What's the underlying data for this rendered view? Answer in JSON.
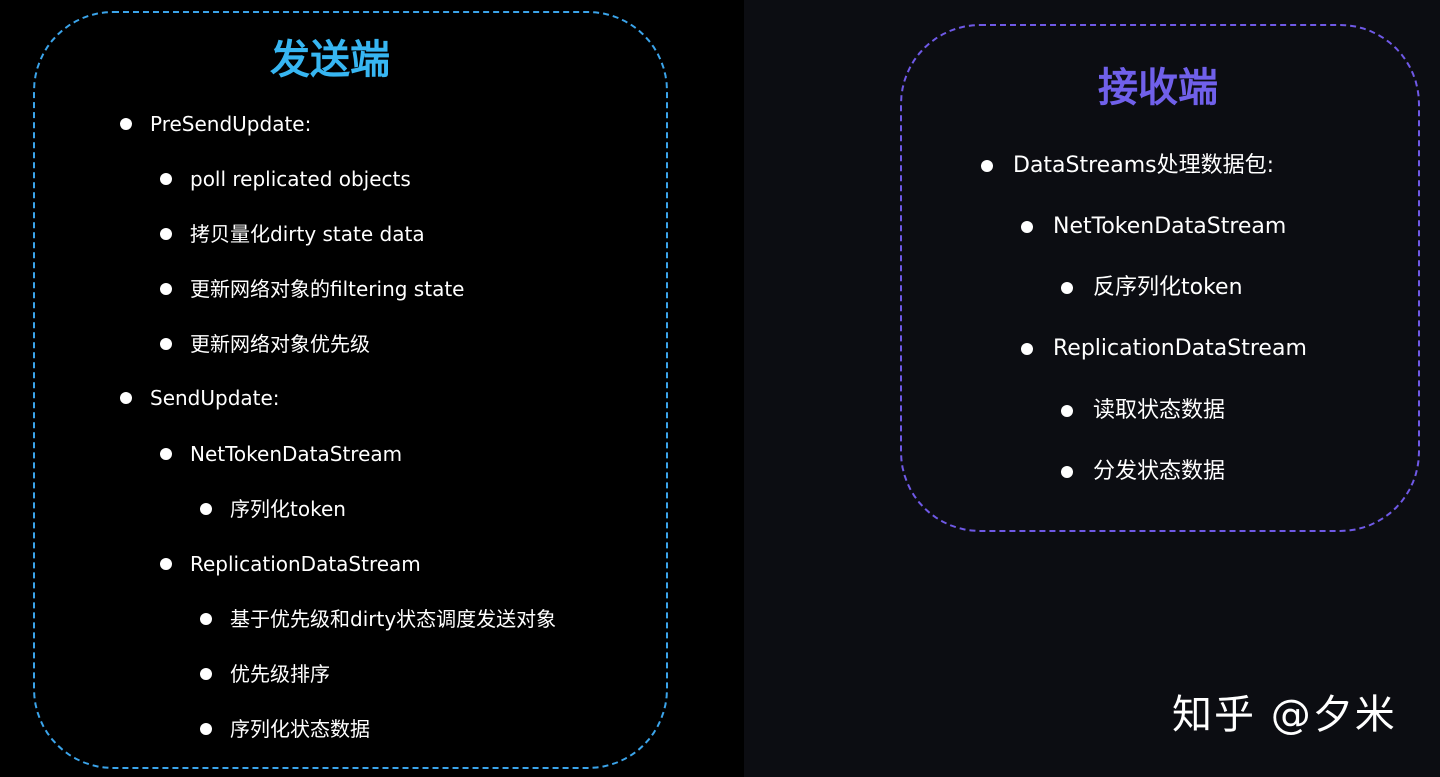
{
  "sender": {
    "title": "发送端",
    "items": [
      {
        "label": "PreSendUpdate:",
        "level": 0
      },
      {
        "label": "poll replicated objects",
        "level": 1
      },
      {
        "label": "拷贝量化dirty state data",
        "level": 1
      },
      {
        "label": "更新网络对象的filtering state",
        "level": 1
      },
      {
        "label": "更新网络对象优先级",
        "level": 1
      },
      {
        "label": "SendUpdate:",
        "level": 0
      },
      {
        "label": "NetTokenDataStream",
        "level": 1
      },
      {
        "label": "序列化token",
        "level": 2
      },
      {
        "label": "ReplicationDataStream",
        "level": 1
      },
      {
        "label": "基于优先级和dirty状态调度发送对象",
        "level": 2
      },
      {
        "label": "优先级排序",
        "level": 2
      },
      {
        "label": "序列化状态数据",
        "level": 2
      }
    ]
  },
  "receiver": {
    "title": "接收端",
    "items": [
      {
        "label": "DataStreams处理数据包:",
        "level": 0
      },
      {
        "label": "NetTokenDataStream",
        "level": 1
      },
      {
        "label": "反序列化token",
        "level": 2
      },
      {
        "label": "ReplicationDataStream",
        "level": 1
      },
      {
        "label": "读取状态数据",
        "level": 2
      },
      {
        "label": "分发状态数据",
        "level": 2
      }
    ]
  },
  "watermark": "知乎 @夕米",
  "colors": {
    "sender_accent": "#37b6f2",
    "sender_border": "#3ba4ea",
    "receiver_accent": "#7060ea",
    "receiver_border": "#6f59e6",
    "left_background": "#000000",
    "right_background": "#0c0d12",
    "text": "#ffffff"
  }
}
